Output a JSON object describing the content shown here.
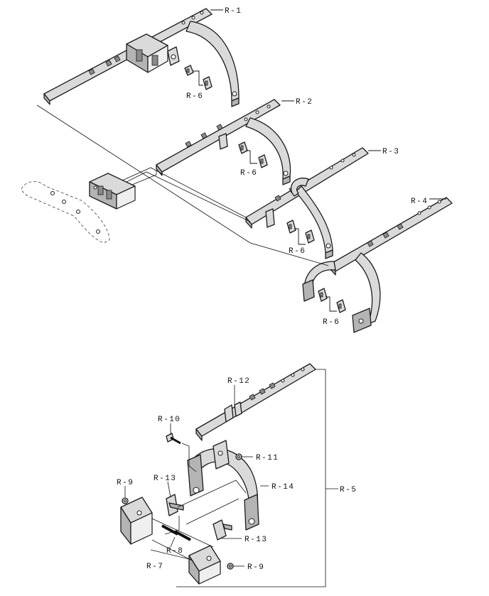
{
  "callouts": {
    "r1": "R-1",
    "r2": "R-2",
    "r3": "R-3",
    "r4": "R-4",
    "r5": "R-5",
    "r6a": "R-6",
    "r6b": "R-6",
    "r6c": "R-6",
    "r6d": "R-6",
    "r7": "R-7",
    "r8": "R-8",
    "r9a": "R-9",
    "r9b": "R-9",
    "r10": "R-10",
    "r11": "R-11",
    "r12": "R-12",
    "r13a": "R-13",
    "r13b": "R-13",
    "r14": "R-14"
  },
  "colors": {
    "part_fill": "#dadada",
    "part_shade": "#b4b4b4",
    "outline": "#1a1a1a",
    "background": "#ffffff"
  }
}
